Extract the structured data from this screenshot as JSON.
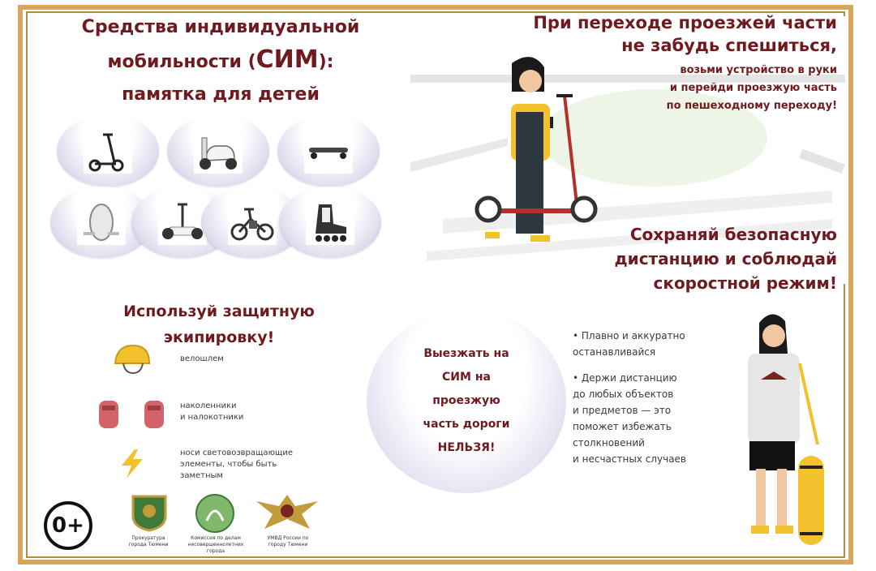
{
  "poster": {
    "title_line1": "Средства индивидуальной",
    "title_line2": "мобильности (",
    "title_sim": "СИМ",
    "title_line2_end": "):",
    "title_line3": "памятка для детей"
  },
  "crossing": {
    "head_line1": "При переходе проезжей части",
    "head_line2": "не забудь спешиться,",
    "sub_line1": "возьми устройство в руки",
    "sub_line2": "и перейди проезжую часть",
    "sub_line3": "по пешеходному переходу!"
  },
  "vehicles": [
    "scooter-icon",
    "moped-icon",
    "skateboard-icon",
    "monowheel-icon",
    "segway-icon",
    "ebike-icon",
    "rollerskate-icon"
  ],
  "distance": {
    "line1": "Сохраняй безопасную",
    "line2": "дистанцию и соблюдай",
    "line3": "скоростной режим!"
  },
  "gear": {
    "head_line1": "Используй защитную",
    "head_line2": "экипировку!",
    "helmet_label": "велошлем",
    "pads_label": "наколенники\nи налокотники",
    "reflector_label": "носи световозвращающие\nэлементы, чтобы быть\nзаметным"
  },
  "warning": {
    "line1": "Выезжать на",
    "line2": "СИМ на",
    "line3": "проезжую",
    "line4": "часть дороги",
    "line5": "НЕЛЬЗЯ!"
  },
  "tips": [
    "• Плавно и аккуратно\n  останавливайся",
    "• Держи дистанцию\n  до любых объектов\n  и предметов — это\n  поможет избежать\n  столкновений\n  и несчастных случаев"
  ],
  "age_rating": "0+",
  "emblems": [
    {
      "icon": "prosecutor-emblem-icon",
      "label": "Прокуратура\nгорода Тюмени"
    },
    {
      "icon": "commission-emblem-icon",
      "label": "Комиссия по делам\nнесовершеннолетних города"
    },
    {
      "icon": "police-emblem-icon",
      "label": "УМВД России по\nгороду Тюмени"
    }
  ],
  "colors": {
    "heading": "#6e1a1f",
    "border": "#d9a55a",
    "accent_yellow": "#f2c12e",
    "scooter_red": "#b5302a"
  }
}
